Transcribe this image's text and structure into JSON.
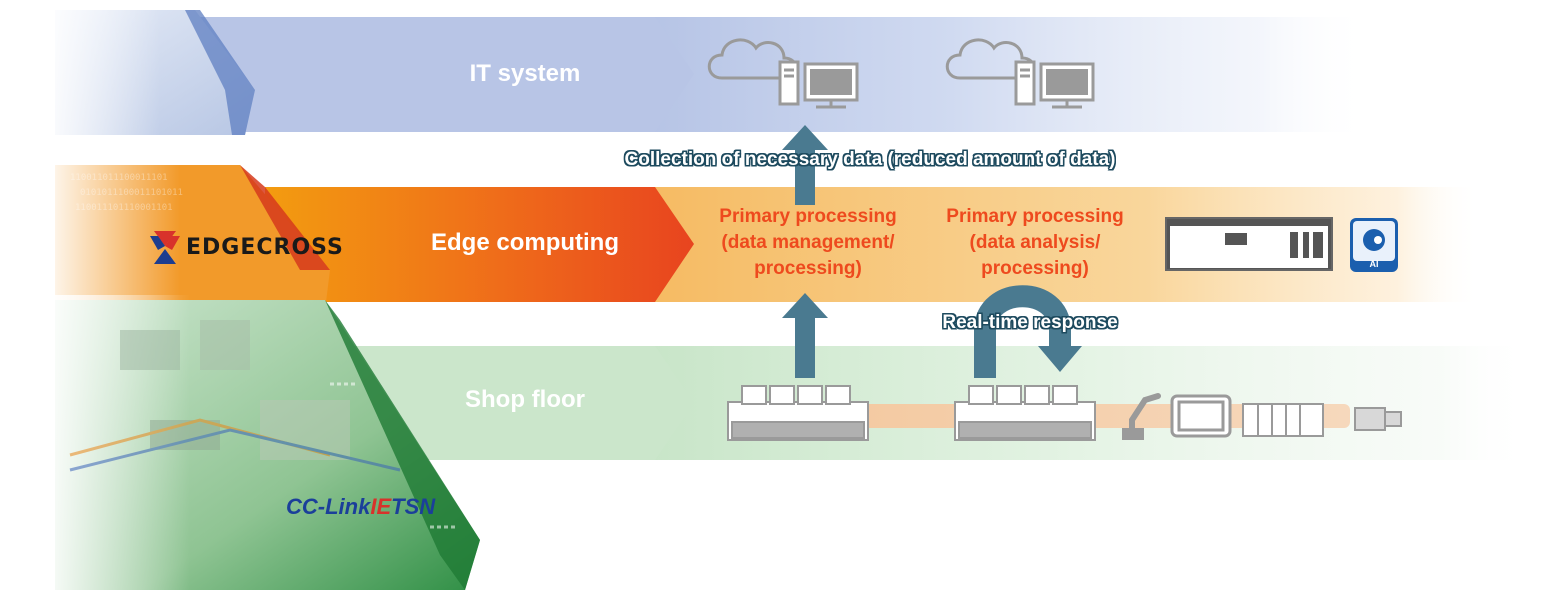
{
  "layers": {
    "it": {
      "label": "IT system",
      "color": "#b9c6e6"
    },
    "edge": {
      "label": "Edge computing",
      "color": "#f07a10"
    },
    "shop": {
      "label": "Shop floor",
      "color": "#cde7cd"
    }
  },
  "annotations": {
    "collection": "Collection of necessary data (reduced amount of data)",
    "realtime": "Real-time response"
  },
  "processing": {
    "primary_1": {
      "line1": "Primary processing",
      "line2": "(data management/",
      "line3": "processing)"
    },
    "primary_2": {
      "line1": "Primary processing",
      "line2": "(data analysis/",
      "line3": "processing)"
    }
  },
  "logos": {
    "edgecross": "EDGECROSS",
    "cclink_prefix": "CC-Link",
    "cclink_ie": "IE",
    "cclink_tsn": "TSN"
  },
  "ai_badge": "AI",
  "icons": {
    "cloud": "cloud-icon",
    "computer": "desktop-computer-icon",
    "arrow": "up-arrow-icon",
    "loop": "u-turn-arrow-icon",
    "plc": "plc-module-icon",
    "robot": "robot-arm-icon",
    "hmi": "hmi-panel-icon",
    "connector": "network-connector-icon",
    "ai": "ai-brain-icon"
  },
  "colors": {
    "arrow": "#4a7a90",
    "processing_text": "#ee4a1e",
    "outline": "#1d4a5e"
  }
}
